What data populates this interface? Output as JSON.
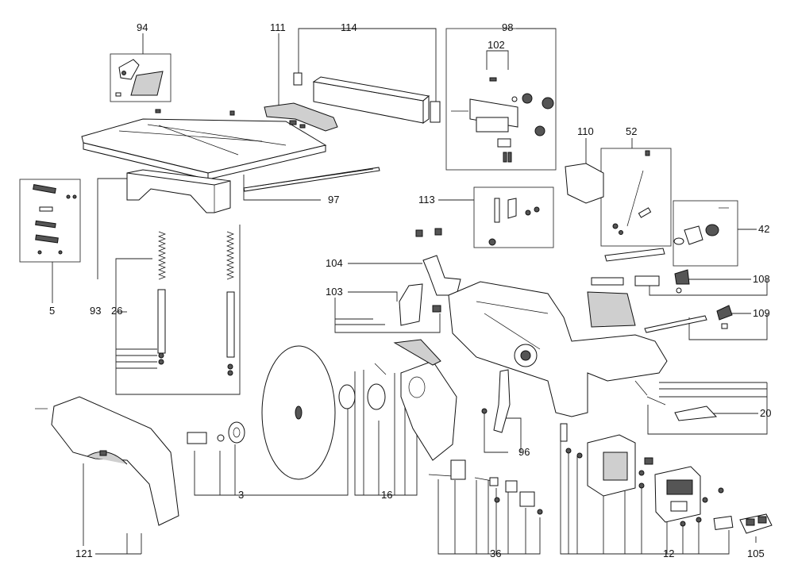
{
  "callouts": {
    "c3": "3",
    "c5": "5",
    "c12": "12",
    "c16": "16",
    "c20": "20",
    "c26": "26",
    "c36": "36",
    "c42": "42",
    "c52": "52",
    "c93": "93",
    "c94": "94",
    "c96": "96",
    "c97": "97",
    "c98": "98",
    "c102": "102",
    "c103": "103",
    "c104": "104",
    "c105": "105",
    "c108": "108",
    "c109": "109",
    "c110": "110",
    "c111": "111",
    "c113": "113",
    "c114": "114",
    "c121": "121"
  }
}
